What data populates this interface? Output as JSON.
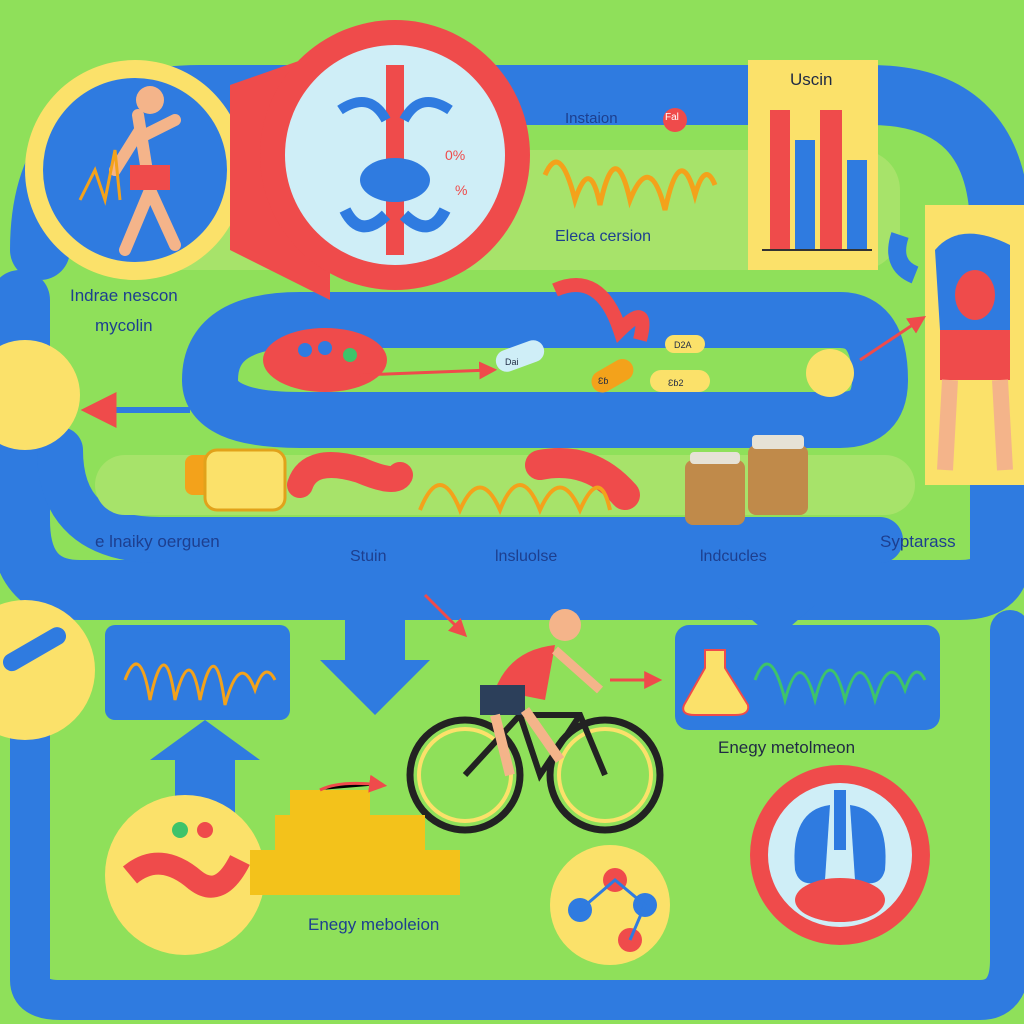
{
  "labels": {
    "top_left_1": "Indrae nescon",
    "top_left_2": "mycolin",
    "instation": "Instaion",
    "pill_tag": "Fal",
    "eleca": "Eleca cersion",
    "usicn": "Uscin",
    "left_mid": "e lnaiky oerguen",
    "stuin": "Stuin",
    "hsluolse": "lnsluolse",
    "induccles": "lndcucles",
    "syptarase": "Syptarass",
    "energy_right": "Enegy metolmeon",
    "energy_bottom": "Enegy meboleion",
    "percent_1": "0%",
    "percent_2": "%",
    "capsule_1": "Dai",
    "capsule_2": "Ɛɓ",
    "capsule_3": "Ɛɓ2",
    "capsule_4": "D2A"
  },
  "colors": {
    "background": "#8fe05a",
    "track": "#2f7be0",
    "track_inner": "#a7e36a",
    "yellow": "#fbe16a",
    "red": "#ef4b4b",
    "orange_wave": "#f3a21b"
  },
  "icons": [
    "runner-icon",
    "spine-icon",
    "bar-chart-icon",
    "flexing-person-icon",
    "muscle-fiber-icon",
    "capsule-icon",
    "cheese-icon",
    "jar-icon",
    "cyclist-icon",
    "flask-icon",
    "lungs-icon",
    "molecule-icon",
    "gold-bars-icon"
  ]
}
